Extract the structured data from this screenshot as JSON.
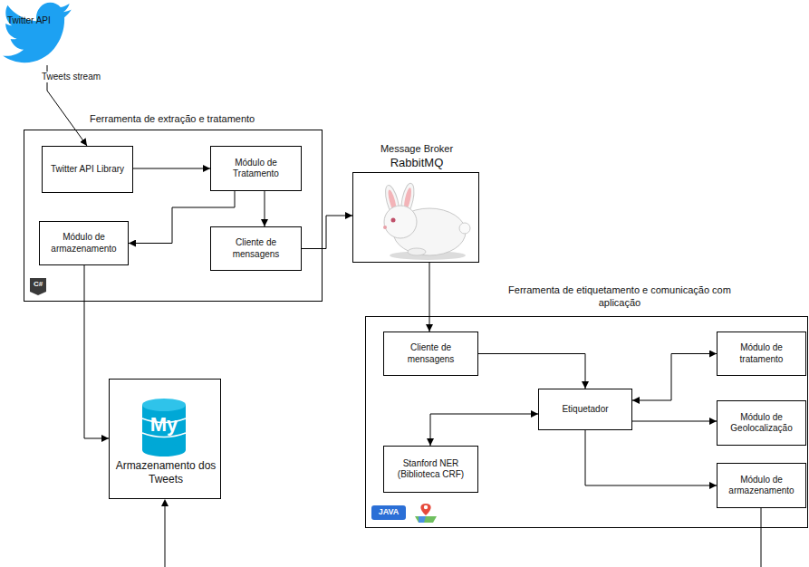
{
  "diagram": {
    "nodes": [
      {
        "text": [
          "Twitter API"
        ]
      },
      {
        "text": [
          "Ferramenta de extração e tratamento"
        ]
      },
      {
        "text": [
          "Twitter API Library"
        ],
        "in": 1
      },
      {
        "text": [
          "Módulo de Tratamento"
        ],
        "in": 1
      },
      {
        "text": [
          "Módulo de armazenamento"
        ],
        "in": 1
      },
      {
        "text": [
          "Cliente de mensagens"
        ],
        "in": 1
      },
      {
        "text": [
          "Message Broker",
          "RabbitMQ"
        ]
      },
      {
        "text": [
          "Ferramenta de etiquetamento e comunicação com aplicação"
        ]
      },
      {
        "text": [
          "Cliente de mensagens"
        ],
        "in": 7
      },
      {
        "text": [
          "Etiquetador"
        ],
        "in": 7
      },
      {
        "text": [
          "Módulo de tratamento"
        ],
        "in": 7
      },
      {
        "text": [
          "Módulo de Geolocalização"
        ],
        "in": 7
      },
      {
        "text": [
          "Stanford NER (Biblioteca CRF)"
        ],
        "in": 7
      },
      {
        "text": [
          "Módulo de armazenamento"
        ],
        "in": 7
      },
      {
        "text": [
          "Armazenamento dos Tweets"
        ]
      }
    ],
    "edges": [
      {
        "from": 0,
        "to": 2,
        "arrow": "to",
        "label": "Tweets stream"
      },
      {
        "from": 2,
        "to": 3,
        "arrow": "to"
      },
      {
        "from": 3,
        "to": 4,
        "arrow": "to"
      },
      {
        "from": 3,
        "to": 5,
        "arrow": "to"
      },
      {
        "from": 5,
        "to": 6,
        "arrow": "to"
      },
      {
        "from": 4,
        "to": 14,
        "arrow": "to"
      },
      {
        "from": 6,
        "to": 8,
        "arrow": "to"
      },
      {
        "from": 8,
        "to": 9,
        "arrow": "to"
      },
      {
        "from": 9,
        "to": 10,
        "arrow": "both"
      },
      {
        "from": 9,
        "to": 11,
        "arrow": "to"
      },
      {
        "from": 9,
        "to": 12,
        "arrow": "both"
      },
      {
        "from": 9,
        "to": 13,
        "arrow": "to"
      }
    ],
    "labels": [
      "C#",
      "JAVA",
      "My"
    ]
  }
}
